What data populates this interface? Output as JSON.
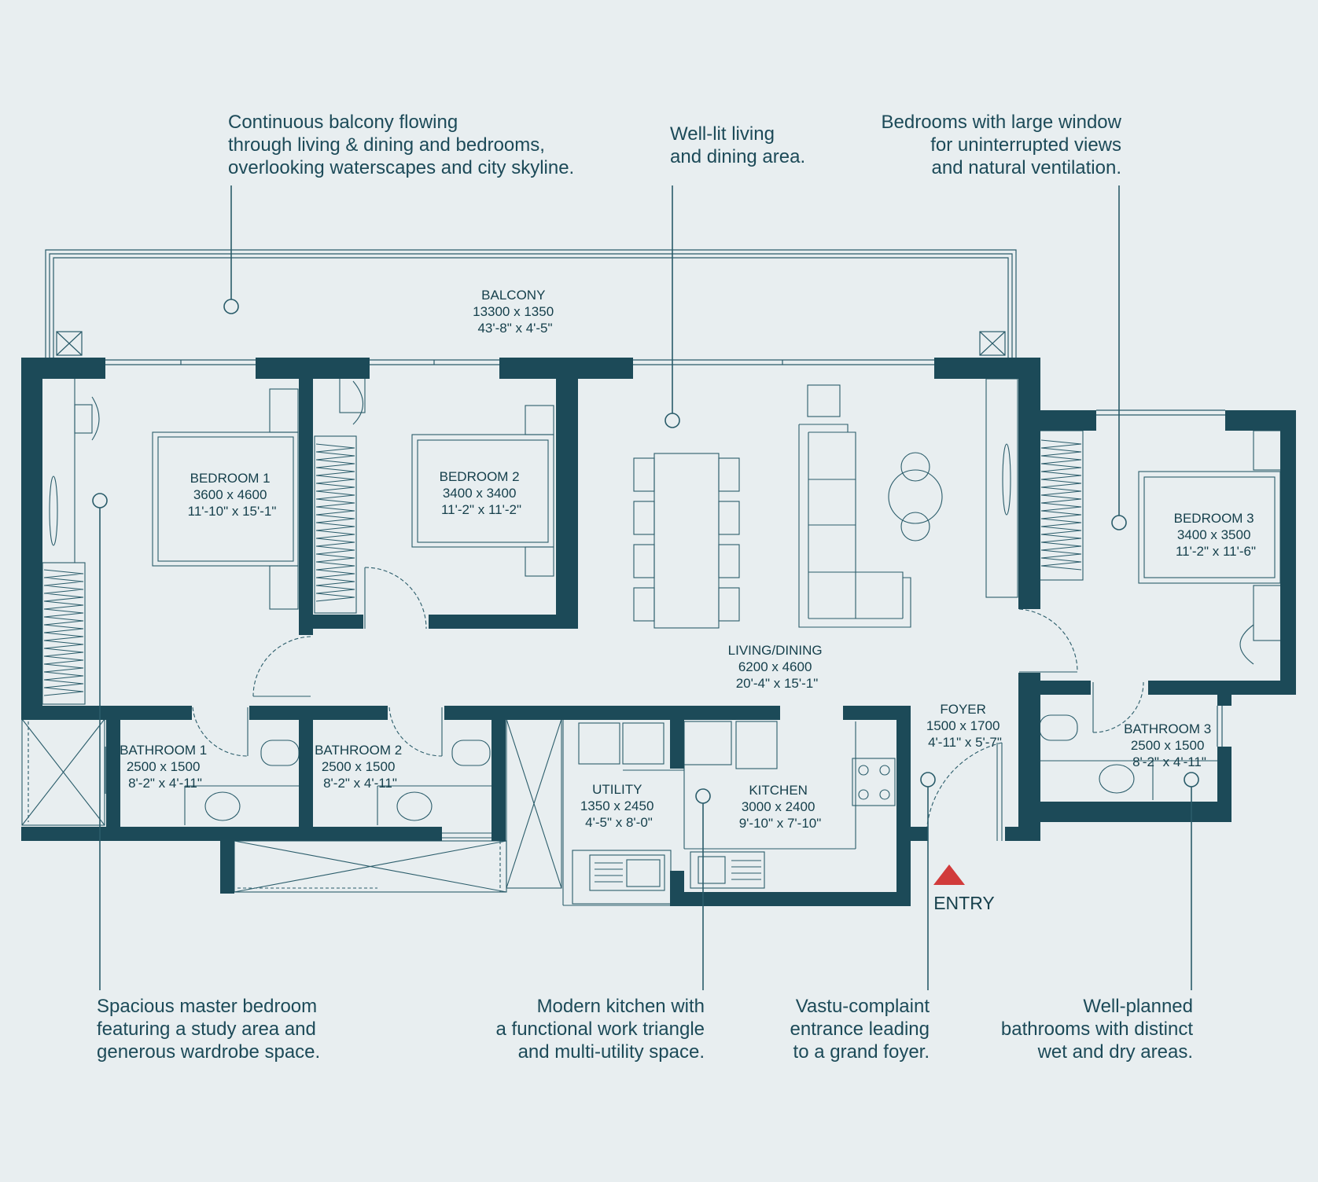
{
  "colors": {
    "background": "#e8eef0",
    "wall": "#1c4a58",
    "line": "#2a5c6a",
    "entry_marker": "#d13b3b"
  },
  "callouts": {
    "balcony": [
      "Continuous balcony flowing",
      "through living & dining and bedrooms,",
      "overlooking waterscapes and city skyline."
    ],
    "living": [
      "Well-lit living",
      "and dining area."
    ],
    "bedroom_windows": [
      "Bedrooms with large window",
      "for uninterrupted views",
      "and natural ventilation."
    ],
    "master": [
      "Spacious master bedroom",
      "featuring a study area and",
      "generous wardrobe space."
    ],
    "kitchen": [
      "Modern kitchen with",
      "a functional work triangle",
      "and multi-utility space."
    ],
    "entrance": [
      "Vastu-complaint",
      "entrance leading",
      "to a grand foyer."
    ],
    "bathrooms": [
      "Well-planned",
      "bathrooms with distinct",
      "wet and dry areas."
    ]
  },
  "rooms": {
    "balcony": {
      "name": "BALCONY",
      "metric": "13300 x 1350",
      "imperial": "43'-8\" x 4'-5\""
    },
    "bedroom1": {
      "name": "BEDROOM 1",
      "metric": "3600 x 4600",
      "imperial": "11'-10\" x 15'-1\""
    },
    "bedroom2": {
      "name": "BEDROOM 2",
      "metric": "3400 x 3400",
      "imperial": "11'-2\" x 11'-2\""
    },
    "bedroom3": {
      "name": "BEDROOM 3",
      "metric": "3400 x 3500",
      "imperial": "11'-2\" x 11'-6\""
    },
    "living": {
      "name": "LIVING/DINING",
      "metric": "6200 x 4600",
      "imperial": "20'-4\" x 15'-1\""
    },
    "foyer": {
      "name": "FOYER",
      "metric": "1500 x 1700",
      "imperial": "4'-11\" x 5'-7\""
    },
    "bathroom1": {
      "name": "BATHROOM 1",
      "metric": "2500 x 1500",
      "imperial": "8'-2\" x 4'-11\""
    },
    "bathroom2": {
      "name": "BATHROOM 2",
      "metric": "2500 x 1500",
      "imperial": "8'-2\" x 4'-11\""
    },
    "bathroom3": {
      "name": "BATHROOM 3",
      "metric": "2500 x 1500",
      "imperial": "8'-2\" x 4'-11\""
    },
    "utility": {
      "name": "UTILITY",
      "metric": "1350 x 2450",
      "imperial": "4'-5\" x 8'-0\""
    },
    "kitchen": {
      "name": "KITCHEN",
      "metric": "3000 x 2400",
      "imperial": "9'-10\" x 7'-10\""
    }
  },
  "entry": {
    "label": "ENTRY"
  }
}
